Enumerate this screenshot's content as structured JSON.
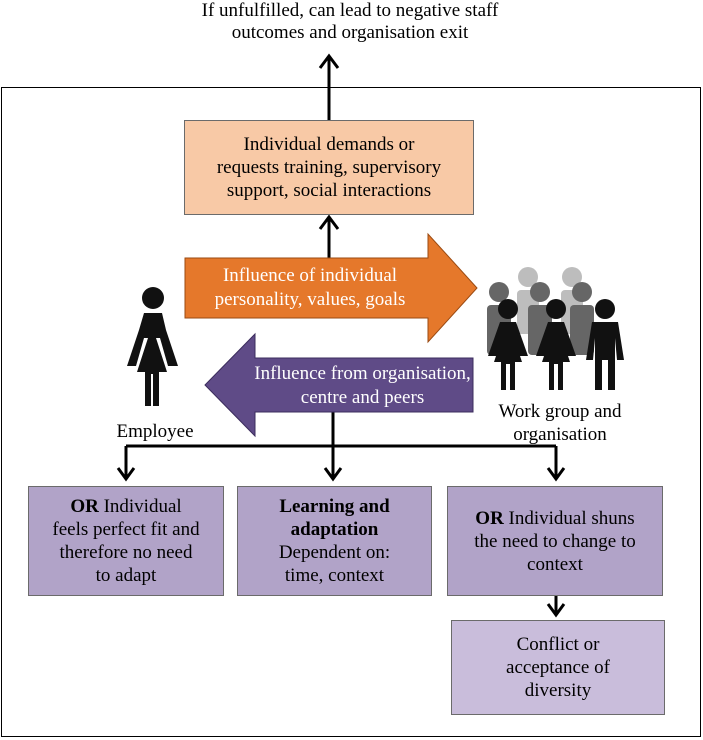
{
  "top_outcome": {
    "line1": "If unfulfilled, can lead to negative staff",
    "line2": "outcomes and organisation exit"
  },
  "demands_box": {
    "line1": "Individual demands or",
    "line2": "requests training, supervisory",
    "line3": "support, social interactions"
  },
  "influence_individual": {
    "line1": "Influence of individual",
    "line2": "personality, values, goals"
  },
  "influence_organisation": {
    "line1": "Influence from organisation,",
    "line2": "centre and peers"
  },
  "employee_label": "Employee",
  "workgroup_label": {
    "line1": "Work group and",
    "line2": "organisation"
  },
  "fit_box": {
    "bold": "OR",
    "line1_rest": " Individual",
    "line2": "feels perfect fit and",
    "line3": "therefore no need",
    "line4": "to adapt"
  },
  "learning_box": {
    "bold_line1": "Learning and",
    "bold_line2": "adaptation",
    "line3": "Dependent on:",
    "line4": "time, context"
  },
  "shun_box": {
    "bold": "OR",
    "line1_rest": " Individual shuns",
    "line2": "the need to change to",
    "line3": "context"
  },
  "conflict_box": {
    "line1": "Conflict or",
    "line2": "acceptance of",
    "line3": "diversity"
  },
  "colors": {
    "demands_fill": "#f8c9a6",
    "orange_arrow": "#e5782b",
    "purple_arrow": "#5f4b87",
    "outcome_box_fill": "#b1a3c8",
    "conflict_fill": "#c9bddb",
    "person_dark": "#111111",
    "person_mid": "#666666",
    "person_light": "#bdbdbd"
  }
}
